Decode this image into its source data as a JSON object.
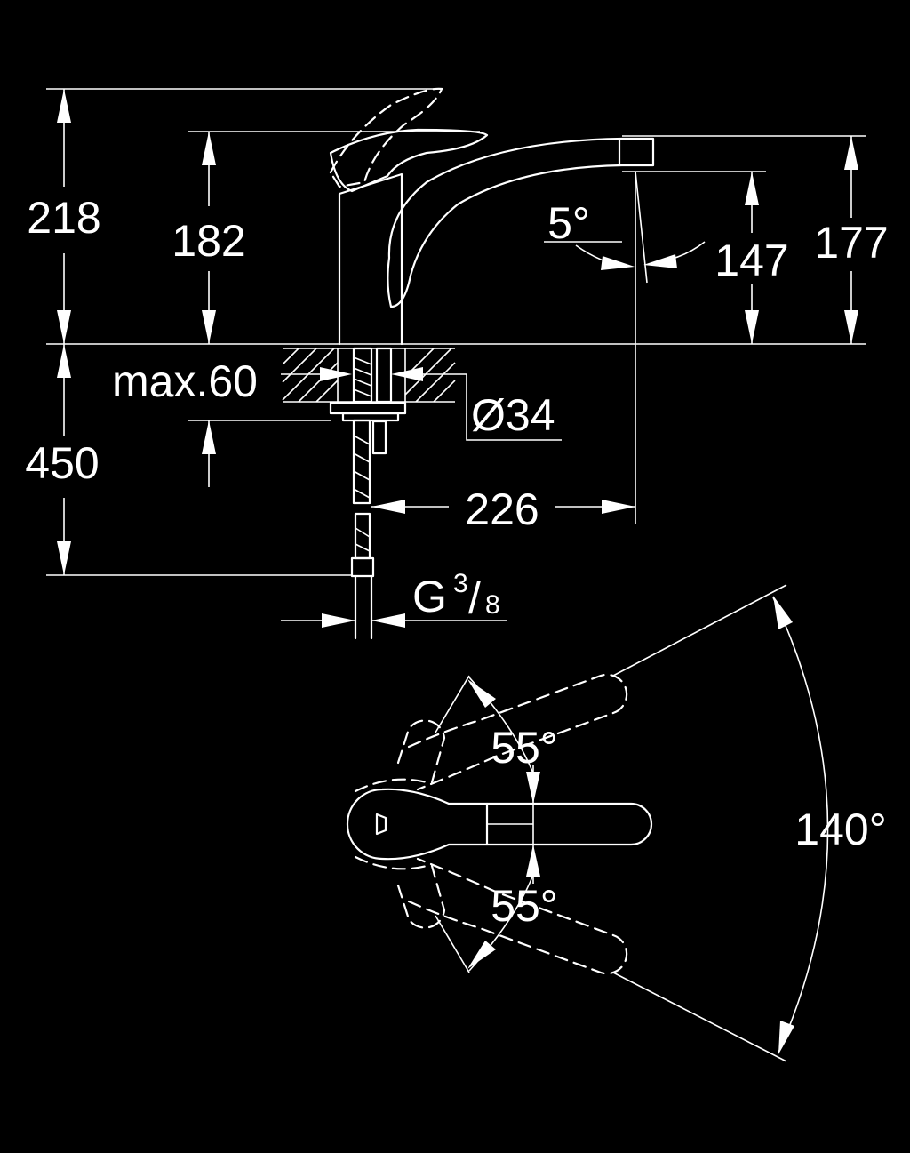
{
  "colors": {
    "background": "#000000",
    "line": "#ffffff"
  },
  "dimensions": {
    "total_height": "218",
    "lever_height": "182",
    "max_thickness": "max.60",
    "hole_diameter": "Ø34",
    "hose_length": "450",
    "reach": "226",
    "connection_thread": "G",
    "thread_num": "3",
    "thread_slash": "/",
    "thread_den": "8",
    "outlet_angle": "5°",
    "outlet_clearance": "147",
    "spout_height": "177",
    "swivel_left": "55°",
    "swivel_right": "55°",
    "swivel_total": "140°"
  }
}
